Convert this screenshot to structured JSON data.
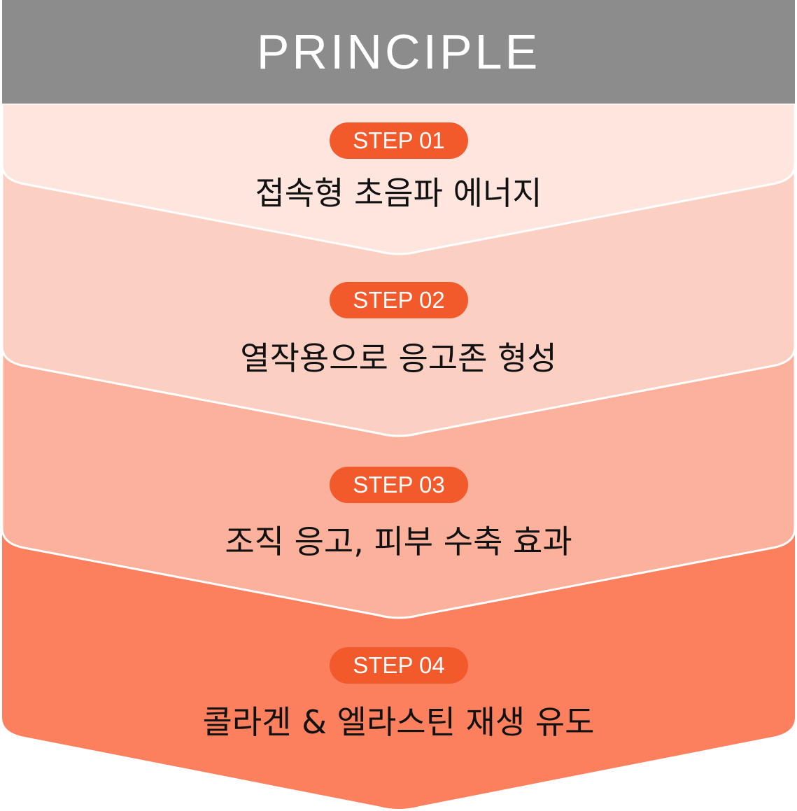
{
  "header": {
    "title": "PRINCIPLE"
  },
  "colors": {
    "header": "#8c8c8c",
    "pill": "#f25a2c",
    "panels": [
      "#fee6de",
      "#fccfc3",
      "#fbb19c",
      "#fd805e"
    ]
  },
  "steps": [
    {
      "label": "STEP 01",
      "title": "접속형 초음파 에너지"
    },
    {
      "label": "STEP 02",
      "title": "열작용으로 응고존 형성"
    },
    {
      "label": "STEP 03",
      "title": "조직 응고, 피부 수축 효과"
    },
    {
      "label": "STEP 04",
      "title": "콜라겐 & 엘라스틴 재생 유도"
    }
  ]
}
